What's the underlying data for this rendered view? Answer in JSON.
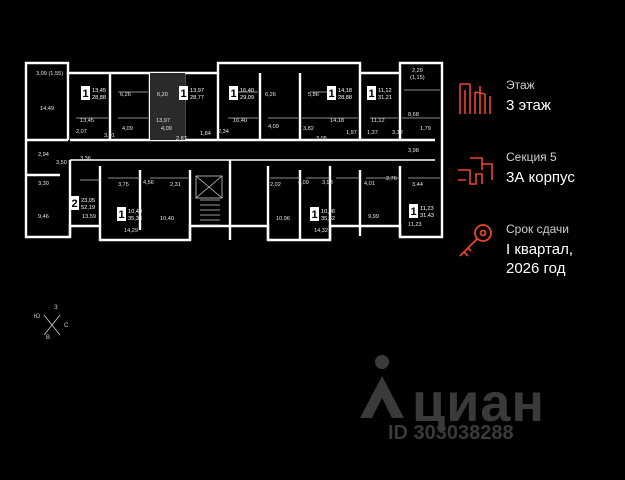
{
  "floor": {
    "caption": "Этаж",
    "value": "3 этаж"
  },
  "section": {
    "caption": "Секция 5",
    "value": "3А корпус"
  },
  "deadline": {
    "caption": "Срок сдачи",
    "value_line1": "I квартал,",
    "value_line2": "2026 год"
  },
  "accent_color": "#e8452c",
  "compass": {
    "n": "З",
    "s": "В",
    "w": "Ю",
    "e": "С"
  },
  "watermark": {
    "brand": "циан",
    "id": "ID 303038288"
  },
  "apartments": [
    {
      "rooms": "1",
      "l1": "13,45",
      "l2": "28,88"
    },
    {
      "rooms": "1",
      "l1": "13,97",
      "l2": "28,77"
    },
    {
      "rooms": "1",
      "l1": "16,40",
      "l2": "29,09"
    },
    {
      "rooms": "1",
      "l1": "14,18",
      "l2": "28,88"
    },
    {
      "rooms": "1",
      "l1": "11,12",
      "l2": "31,21"
    },
    {
      "rooms": "2",
      "l1": "23,05",
      "l2": "52,19"
    },
    {
      "rooms": "1",
      "l1": "10,40",
      "l2": "35,33"
    },
    {
      "rooms": "1",
      "l1": "10,96",
      "l2": "35,32"
    },
    {
      "rooms": "1",
      "l1": "11,23",
      "l2": "31,43"
    }
  ],
  "room_labels": [
    "3,09 (1,55)",
    "14,49",
    "6,26",
    "13,45",
    "6,20",
    "13,97",
    "6,26",
    "16,40",
    "5,86",
    "14,18",
    "11,12",
    "2,29",
    "(1,15)",
    "8,68",
    "2,07",
    "3,01",
    "4,09",
    "4,09",
    "2,87",
    "1,84",
    "2,34",
    "4,09",
    "3,82",
    "3,05",
    "1,97",
    "1,37",
    "3,12",
    "1,79",
    "2,94",
    "3,50",
    "3,36",
    "3,30",
    "3,75",
    "4,56",
    "2,31",
    "2,02",
    "4,09",
    "3,93",
    "4,01",
    "2,76",
    "3,98",
    "3,44",
    "9,46",
    "13,59",
    "14,29",
    "10,40",
    "10,96",
    "14,32",
    "9,99",
    "11,23"
  ]
}
